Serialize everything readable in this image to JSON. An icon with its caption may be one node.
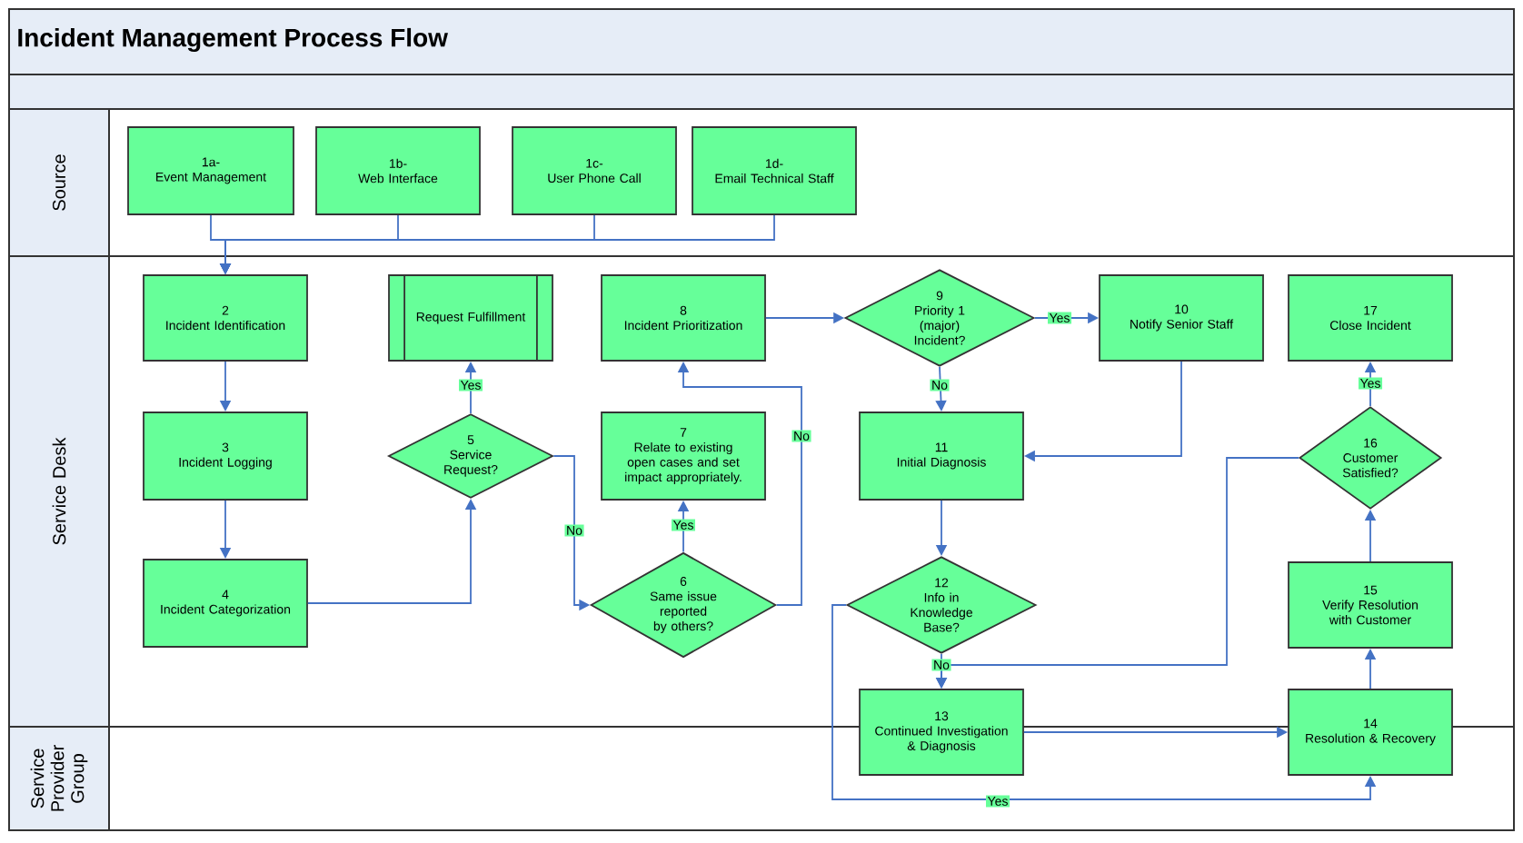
{
  "diagram": {
    "title": "Incident Management Process Flow",
    "nodes": [
      {
        "text": [
          "Source"
        ]
      },
      {
        "text": [
          "1a-",
          "Event Management"
        ]
      },
      {
        "text": [
          "1b-",
          "Web Interface"
        ]
      },
      {
        "text": [
          "1c-",
          "User Phone Call"
        ]
      },
      {
        "text": [
          "1d-",
          "Email Technical Staff"
        ]
      },
      {
        "text": [
          "Service Desk"
        ]
      },
      {
        "text": [
          "2",
          "Incident Identification"
        ]
      },
      {
        "text": [
          "3",
          "Incident Logging"
        ]
      },
      {
        "text": [
          "4",
          "Incident Categorization"
        ]
      },
      {
        "text": [
          "Request Fulfillment"
        ]
      },
      {
        "text": [
          "5",
          "Service Request?"
        ]
      },
      {
        "text": [
          "8",
          "Incident Prioritization"
        ]
      },
      {
        "text": [
          "7",
          "Relate to existing open cases and set impact appropriately."
        ]
      },
      {
        "text": [
          "6",
          "Same issue reported by others?"
        ]
      },
      {
        "text": [
          "9",
          "Priority 1 (major) Incident?"
        ]
      },
      {
        "text": [
          "10",
          "Notify Senior Staff"
        ]
      },
      {
        "text": [
          "11",
          "Initial Diagnosis"
        ]
      },
      {
        "text": [
          "12",
          "Info in Knowledge Base?"
        ]
      },
      {
        "text": [
          "17",
          "Close Incident"
        ]
      },
      {
        "text": [
          "16",
          "Customer Satisfied?"
        ]
      },
      {
        "text": [
          "15",
          "Verify Resolution with Customer"
        ]
      },
      {
        "text": [
          "Service Provider Group"
        ]
      },
      {
        "text": [
          "13",
          "Continued Investigation & Diagnosis"
        ]
      },
      {
        "text": [
          "14",
          "Resolution & Recovery"
        ]
      }
    ],
    "edges": [
      {
        "from": 1,
        "to": 6,
        "arrow": "to"
      },
      {
        "from": 2,
        "to": 6,
        "arrow": "to"
      },
      {
        "from": 3,
        "to": 6,
        "arrow": "to"
      },
      {
        "from": 4,
        "to": 6,
        "arrow": "to"
      },
      {
        "from": 6,
        "to": 7,
        "arrow": "to"
      },
      {
        "from": 7,
        "to": 8,
        "arrow": "to"
      },
      {
        "from": 8,
        "to": 10,
        "arrow": "to"
      },
      {
        "from": 10,
        "to": 9,
        "arrow": "to",
        "label": "Yes"
      },
      {
        "from": 10,
        "to": 13,
        "arrow": "to",
        "label": "No"
      },
      {
        "from": 13,
        "to": 12,
        "arrow": "to",
        "label": "Yes"
      },
      {
        "from": 13,
        "to": 11,
        "arrow": "to",
        "label": "No"
      },
      {
        "from": 11,
        "to": 14,
        "arrow": "to"
      },
      {
        "from": 14,
        "to": 15,
        "arrow": "to",
        "label": "Yes"
      },
      {
        "from": 14,
        "to": 16,
        "arrow": "to",
        "label": "No"
      },
      {
        "from": 15,
        "to": 16,
        "arrow": "to"
      },
      {
        "from": 16,
        "to": 17,
        "arrow": "to"
      },
      {
        "from": 17,
        "to": 22,
        "arrow": "to",
        "label": "No"
      },
      {
        "from": 17,
        "to": 23,
        "arrow": "to",
        "label": "Yes"
      },
      {
        "from": 22,
        "to": 23,
        "arrow": "to"
      },
      {
        "from": 23,
        "to": 20,
        "arrow": "to"
      },
      {
        "from": 20,
        "to": 19,
        "arrow": "to"
      },
      {
        "from": 19,
        "to": 18,
        "arrow": "to",
        "label": "Yes"
      },
      {
        "from": 19,
        "to": 22,
        "arrow": "to"
      }
    ]
  }
}
